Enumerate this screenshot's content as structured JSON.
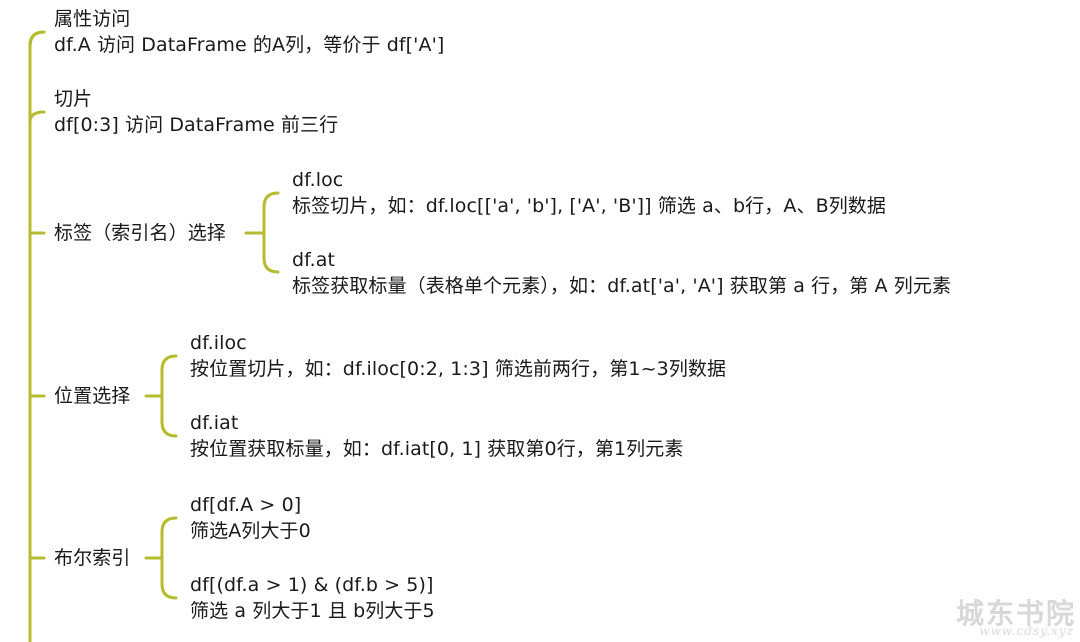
{
  "connector_color": "#b5bc2e",
  "root_topics": [
    {
      "title": "属性访问",
      "desc": "df.A 访问 DataFrame 的A列，等价于 df['A']"
    },
    {
      "title": "切片",
      "desc": "df[0:3] 访问 DataFrame 前三行"
    },
    {
      "title": "标签（索引名）选择",
      "children": [
        {
          "title": "df.loc",
          "desc": "标签切片，如：df.loc[['a', 'b'], ['A', 'B']] 筛选 a、b行，A、B列数据"
        },
        {
          "title": "df.at",
          "desc": "标签获取标量（表格单个元素），如：df.at['a', 'A'] 获取第 a 行，第 A 列元素"
        }
      ]
    },
    {
      "title": "位置选择",
      "children": [
        {
          "title": "df.iloc",
          "desc": "按位置切片，如：df.iloc[0:2, 1:3] 筛选前两行，第1~3列数据"
        },
        {
          "title": "df.iat",
          "desc": "按位置获取标量，如：df.iat[0, 1] 获取第0行，第1列元素"
        }
      ]
    },
    {
      "title": "布尔索引",
      "children": [
        {
          "title": "df[df.A > 0]",
          "desc": "筛选A列大于0"
        },
        {
          "title": "df[(df.a > 1) & (df.b > 5)]",
          "desc": "筛选 a 列大于1 且 b列大于5"
        }
      ]
    }
  ],
  "watermark": {
    "main": "城东书院",
    "sub": "www.cdsy.xyz"
  }
}
